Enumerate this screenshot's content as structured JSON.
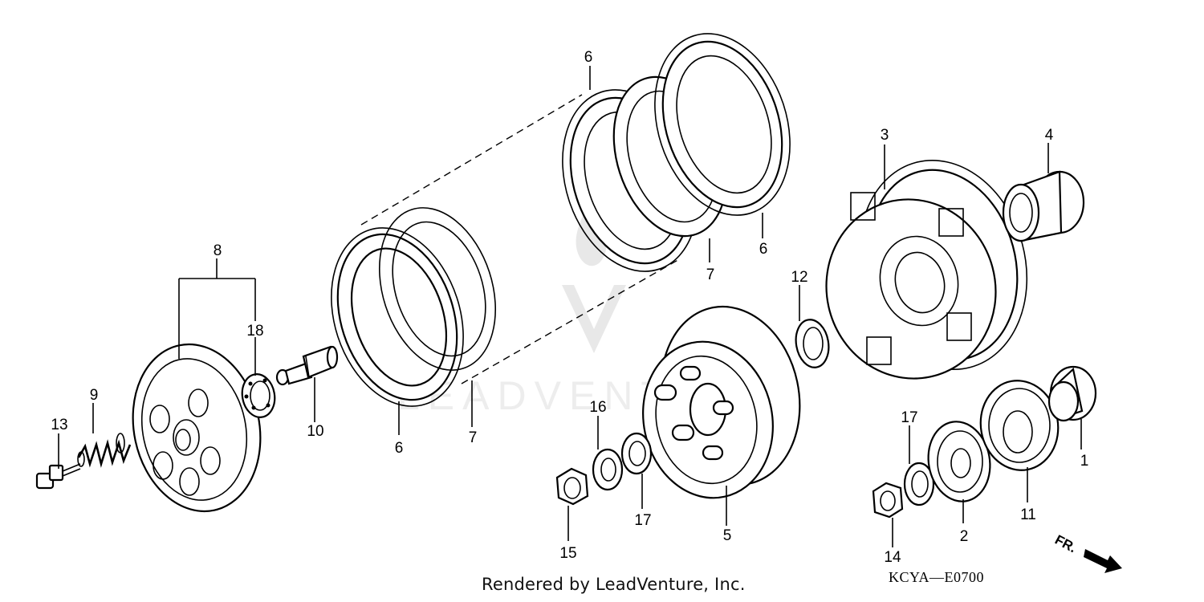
{
  "diagram": {
    "callouts": [
      {
        "id": "1",
        "text": "1"
      },
      {
        "id": "2",
        "text": "2"
      },
      {
        "id": "3",
        "text": "3"
      },
      {
        "id": "4",
        "text": "4"
      },
      {
        "id": "5",
        "text": "5"
      },
      {
        "id": "6a",
        "text": "6"
      },
      {
        "id": "6b",
        "text": "6"
      },
      {
        "id": "6c",
        "text": "6"
      },
      {
        "id": "7a",
        "text": "7"
      },
      {
        "id": "7b",
        "text": "7"
      },
      {
        "id": "8",
        "text": "8"
      },
      {
        "id": "9",
        "text": "9"
      },
      {
        "id": "10",
        "text": "10"
      },
      {
        "id": "11",
        "text": "11"
      },
      {
        "id": "12",
        "text": "12"
      },
      {
        "id": "13",
        "text": "13"
      },
      {
        "id": "14",
        "text": "14"
      },
      {
        "id": "15",
        "text": "15"
      },
      {
        "id": "16",
        "text": "16"
      },
      {
        "id": "17a",
        "text": "17"
      },
      {
        "id": "17b",
        "text": "17"
      },
      {
        "id": "18",
        "text": "18"
      }
    ],
    "direction_label": "FR.",
    "drawing_code": "KCYA—E0700",
    "watermark": "LEADVENTURE"
  },
  "footer": {
    "rendered_by": "Rendered by LeadVenture, Inc."
  }
}
